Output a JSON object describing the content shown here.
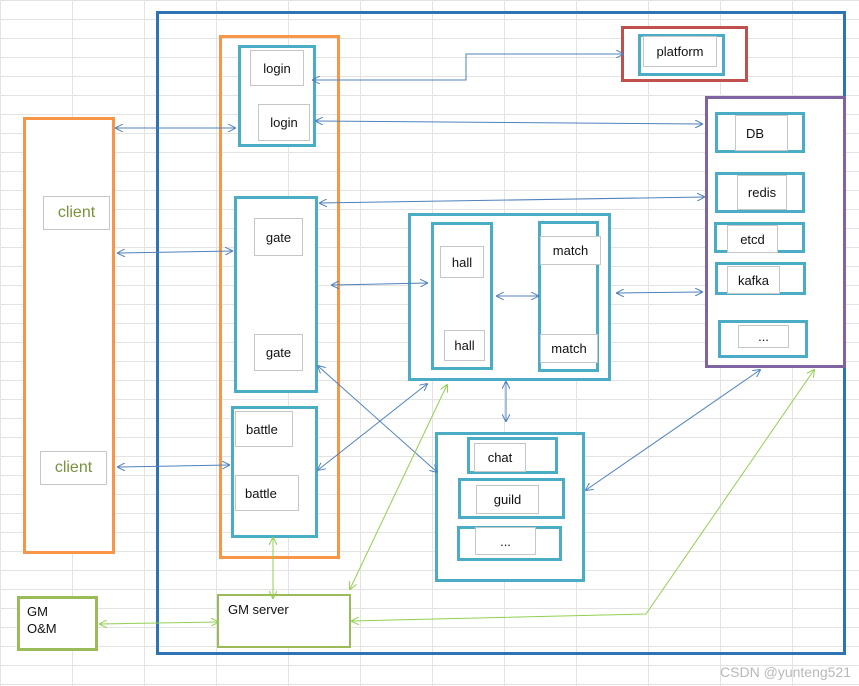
{
  "colors": {
    "system_border": "#2e74b5",
    "teal": "#4bacc6",
    "orange": "#f79646",
    "purple": "#8064a2",
    "red": "#c0504d",
    "green": "#9bbb59",
    "link_blue": "#4f81bd",
    "link_green": "#92d050",
    "client_text": "#77933c"
  },
  "clients": [
    {
      "label": "client"
    },
    {
      "label": "client"
    }
  ],
  "login_group": [
    {
      "label": "login"
    },
    {
      "label": "login"
    }
  ],
  "gate_group": [
    {
      "label": "gate"
    },
    {
      "label": "gate"
    }
  ],
  "battle_group": [
    {
      "label": "battle"
    },
    {
      "label": "battle"
    }
  ],
  "platform": {
    "label": "platform"
  },
  "hall_group": [
    {
      "label": "hall"
    },
    {
      "label": "hall"
    }
  ],
  "match_group": [
    {
      "label": "match"
    },
    {
      "label": "match"
    }
  ],
  "social_group": [
    {
      "label": "chat"
    },
    {
      "label": "guild"
    },
    {
      "label": "..."
    }
  ],
  "storage_group": [
    {
      "label": "DB"
    },
    {
      "label": "redis"
    },
    {
      "label": "etcd"
    },
    {
      "label": "kafka"
    },
    {
      "label": "..."
    }
  ],
  "gm_server": {
    "label": "GM server"
  },
  "gm_om": {
    "label": "GM\nO&M"
  },
  "watermark": "CSDN @yunteng521"
}
